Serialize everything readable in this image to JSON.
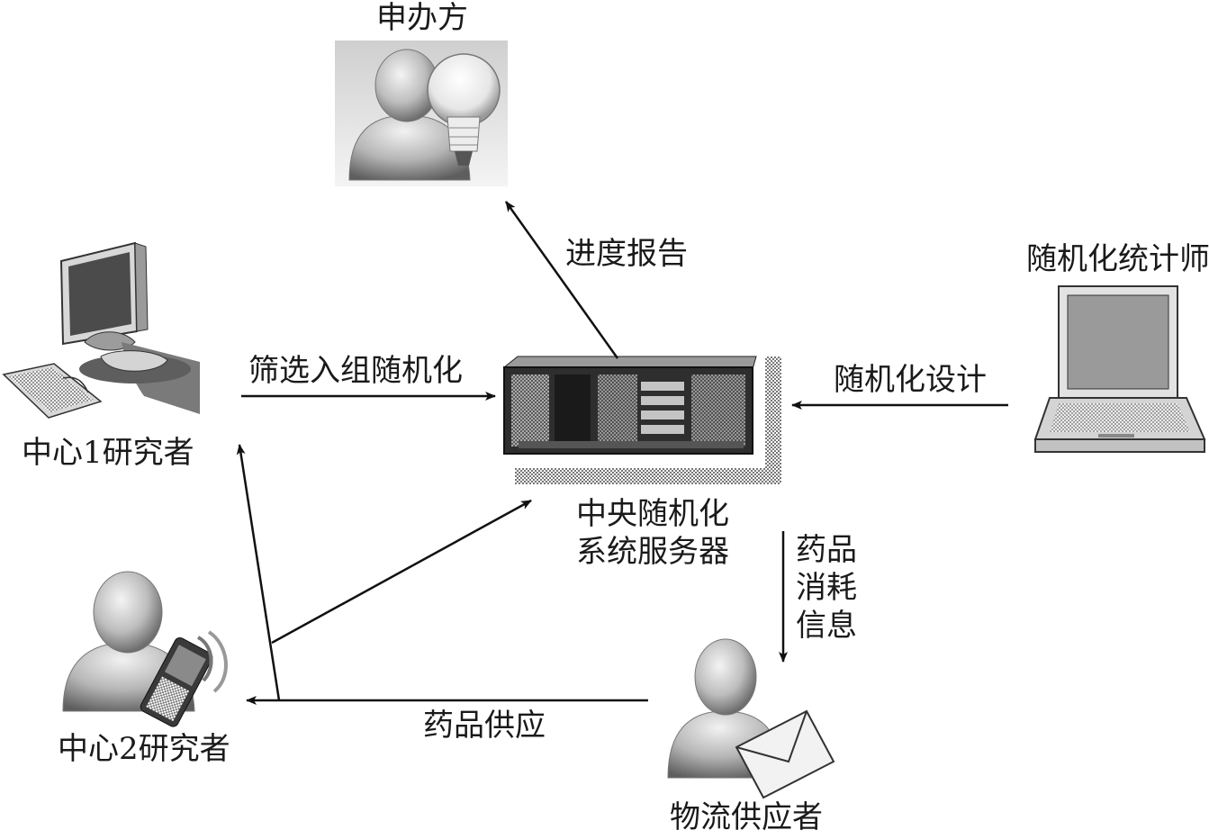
{
  "nodes": {
    "sponsor": "申办方",
    "statistician": "随机化统计师",
    "site1_investigator": "中心1研究者",
    "site2_investigator": "中心2研究者",
    "central_server": [
      "中央随机化",
      "系统服务器"
    ],
    "logistics_supplier": "物流供应者"
  },
  "edges": {
    "progress_report": "进度报告",
    "screening_randomization": "筛选入组随机化",
    "randomization_design": "随机化设计",
    "drug_consumption_info": [
      "药品",
      "消耗",
      "信息"
    ],
    "drug_supply": "药品供应"
  }
}
